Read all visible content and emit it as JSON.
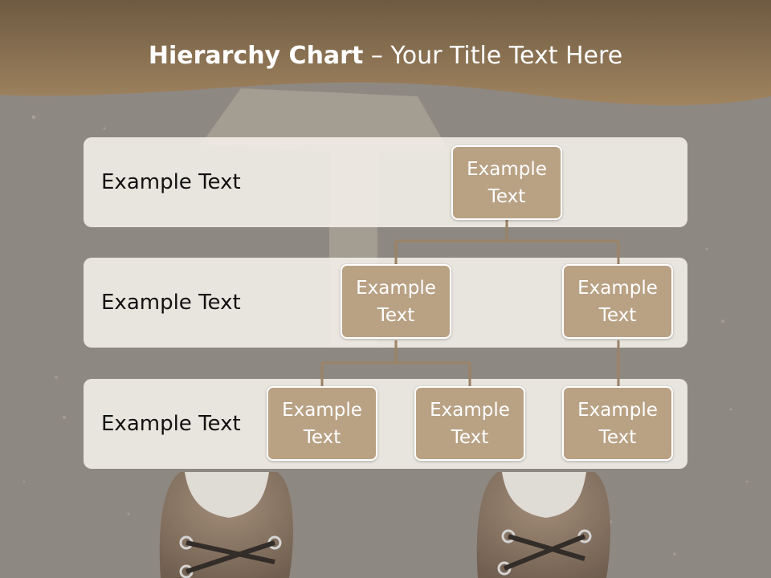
{
  "title": {
    "bold": "Hierarchy Chart",
    "rest": " – Your Title Text Here"
  },
  "rows": [
    {
      "label": "Example Text"
    },
    {
      "label": "Example Text"
    },
    {
      "label": "Example Text"
    }
  ],
  "nodes": {
    "root": "Example Text",
    "l2_left": "Example Text",
    "l2_right": "Example Text",
    "l3_a": "Example Text",
    "l3_b": "Example Text",
    "l3_c": "Example Text"
  },
  "colors": {
    "banner": "#8c7050",
    "node_fill": "#b9a184",
    "connector": "#9c8266",
    "row_fill": "#f5f0ea"
  }
}
